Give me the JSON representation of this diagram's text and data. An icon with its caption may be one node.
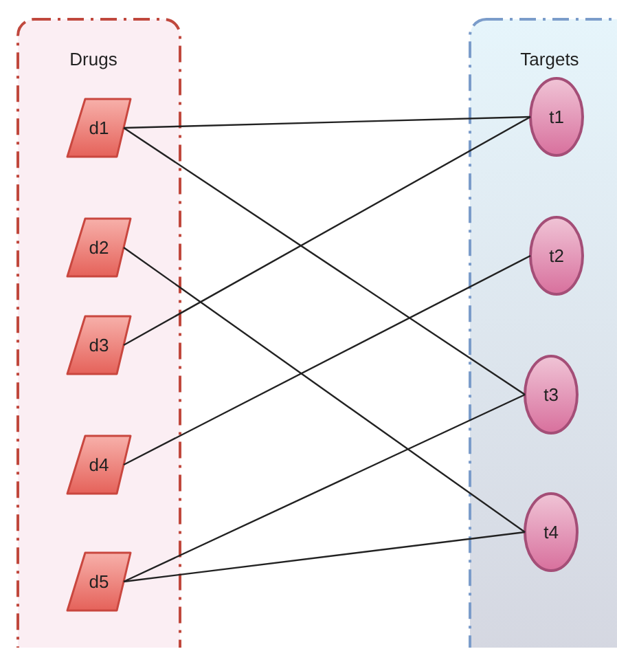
{
  "diagram": {
    "nodes": [
      {
        "text": [
          "Drugs"
        ]
      },
      {
        "text": [
          "d1"
        ],
        "in": 0
      },
      {
        "text": [
          "d2"
        ],
        "in": 0
      },
      {
        "text": [
          "d3"
        ],
        "in": 0
      },
      {
        "text": [
          "d4"
        ],
        "in": 0
      },
      {
        "text": [
          "d5"
        ],
        "in": 0
      },
      {
        "text": [
          "Targets"
        ]
      },
      {
        "text": [
          "t1"
        ],
        "in": 6
      },
      {
        "text": [
          "t2"
        ],
        "in": 6
      },
      {
        "text": [
          "t3"
        ],
        "in": 6
      },
      {
        "text": [
          "t4"
        ],
        "in": 6
      }
    ],
    "edges": [
      {
        "from": 1,
        "to": 7,
        "arrow": "none"
      },
      {
        "from": 1,
        "to": 9,
        "arrow": "none"
      },
      {
        "from": 2,
        "to": 10,
        "arrow": "none"
      },
      {
        "from": 3,
        "to": 7,
        "arrow": "none"
      },
      {
        "from": 4,
        "to": 8,
        "arrow": "none"
      },
      {
        "from": 5,
        "to": 9,
        "arrow": "none"
      },
      {
        "from": 5,
        "to": 10,
        "arrow": "none"
      }
    ]
  }
}
